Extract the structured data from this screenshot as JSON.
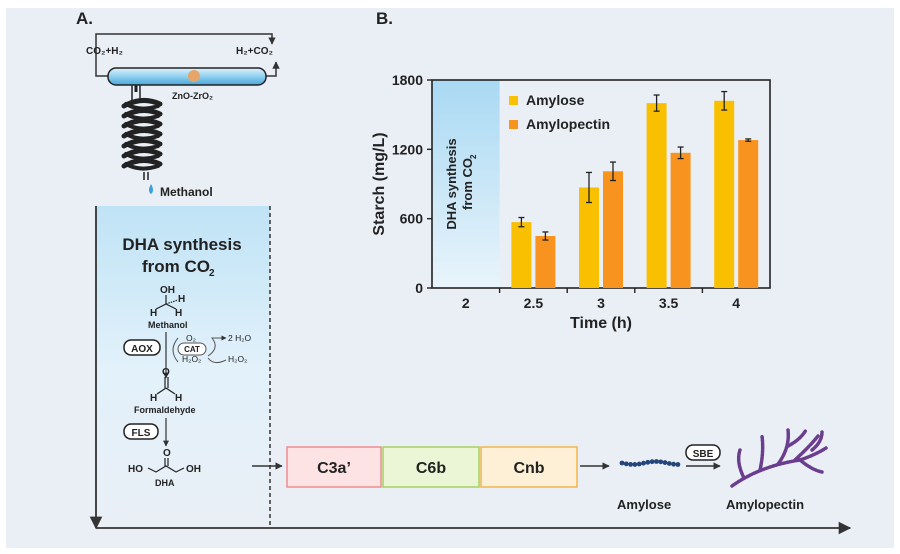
{
  "panel_a": {
    "label": "A.",
    "reactor": {
      "left_gas": "CO₂+H₂",
      "right_gas": "H₂+CO₂",
      "catalyst": "ZnO-ZrO₂",
      "product": "Methanol"
    },
    "dha_box": {
      "title_line1": "DHA synthesis",
      "title_line2": "from CO",
      "title_sub": "2",
      "methanol_label": "Methanol",
      "oh": "OH",
      "h": "H",
      "aox": "AOX",
      "cat": "CAT",
      "o2": "O₂",
      "h2o2_left": "H₂O₂",
      "h2o2_right": "H₂O₂",
      "two_h2o": "2 H₂O",
      "o": "O",
      "formaldehyde_label": "Formaldehyde",
      "fls": "FLS",
      "ho": "HO",
      "oh2": "OH",
      "dha_label": "DHA"
    },
    "modules": [
      "C3a’",
      "C6b",
      "Cnb"
    ],
    "amylose_label": "Amylose",
    "sbe": "SBE",
    "amylopectin_label": "Amylopectin"
  },
  "panel_b": {
    "label": "B.",
    "inset_line1": "DHA synthesis",
    "inset_line2": "from CO",
    "inset_sub": "2"
  },
  "chart_data": {
    "type": "bar",
    "xlabel": "Time (h)",
    "ylabel": "Starch (mg/L)",
    "categories": [
      "2",
      "2.5",
      "3",
      "3.5",
      "4"
    ],
    "ylim": [
      0,
      1800
    ],
    "yticks": [
      "0",
      "600",
      "1200",
      "1800"
    ],
    "series": [
      {
        "name": "Amylose",
        "color": "#f8c000",
        "values": [
          null,
          570,
          870,
          1600,
          1620
        ],
        "errors": [
          null,
          40,
          130,
          70,
          80
        ]
      },
      {
        "name": "Amylopectin",
        "color": "#f7931e",
        "values": [
          null,
          450,
          1010,
          1170,
          1280
        ],
        "errors": [
          null,
          35,
          80,
          50,
          10
        ]
      }
    ],
    "legend": "top-left inside plot"
  }
}
